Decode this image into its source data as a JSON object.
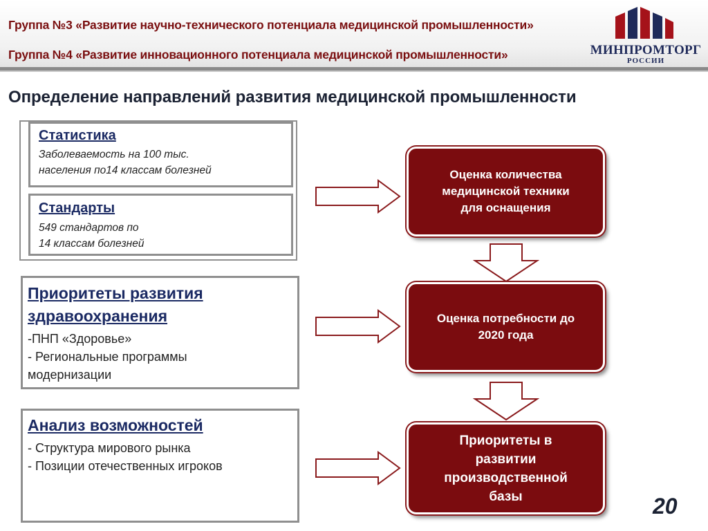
{
  "header": {
    "group3": "Группа №3 «Развитие научно-технического  потенциала медицинской промышленности»",
    "group4": "Группа №4 «Развитие  инновационного потенциала медицинской промышленности»"
  },
  "logo": {
    "name": "МИНПРОМТОРГ",
    "sub": "РОССИИ"
  },
  "title": "Определение направлений развития медицинской промышленности",
  "left_boxes": {
    "statistics": {
      "heading": "Статистика",
      "line1": "Заболеваемость на 100 тыс.",
      "line2": "населения по14 классам болезней"
    },
    "standards": {
      "heading": "Стандарты",
      "line1": "549 стандартов по",
      "line2": "14 классам болезней"
    },
    "priorities": {
      "heading1": "Приоритеты развития",
      "heading2": "здравоохранения",
      "line1": "-ПНП «Здоровье»",
      "line2": "- Региональные программы",
      "line3": "модернизации"
    },
    "analysis": {
      "heading": "Анализ возможностей",
      "line1": "- Структура мирового рынка",
      "line2": "- Позиции отечественных игроков"
    }
  },
  "right_cards": {
    "card1": {
      "line1": "Оценка количества",
      "line2": "медицинской техники",
      "line3": "для оснащения"
    },
    "card2": {
      "line1": "Оценка потребности до",
      "line2": "2020 года"
    },
    "card3": {
      "line1": "Приоритеты в",
      "line2": "развитии",
      "line3": "производственной",
      "line4": "базы"
    }
  },
  "page_number": "20",
  "colors": {
    "accent": "#7b0c0f",
    "header_text": "#7a0f10",
    "heading_blue": "#1b2a63",
    "frame_gray": "#8f8f8f"
  }
}
